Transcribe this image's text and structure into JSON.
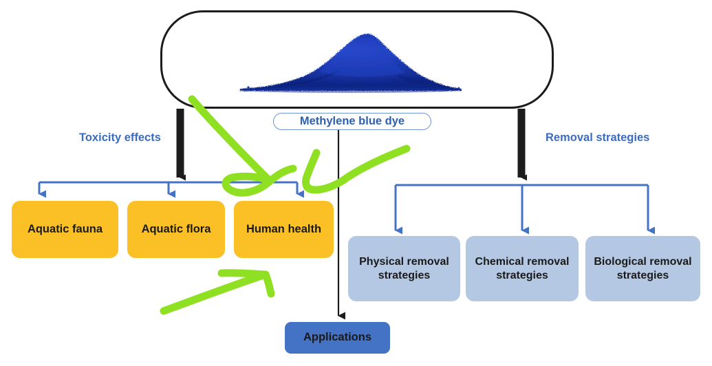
{
  "diagram": {
    "title_box": {
      "name": "methylene-blue-dye-container",
      "image_alt": "blue dye powder mound"
    },
    "center_label": "Methylene blue dye",
    "branch_labels": {
      "left": "Toxicity effects",
      "right": "Removal strategies"
    },
    "toxicity_nodes": [
      {
        "label": "Aquatic fauna"
      },
      {
        "label": "Aquatic flora"
      },
      {
        "label": "Human health"
      }
    ],
    "removal_nodes": [
      {
        "line1": "Physical removal",
        "line2": "strategies"
      },
      {
        "line1": "Chemical removal",
        "line2": "strategies"
      },
      {
        "line1": "Biological removal",
        "line2": "strategies"
      }
    ],
    "applications_node": "Applications",
    "annotations": [
      {
        "name": "green-arrow-to-human-health-top",
        "shape": "hand-drawn arrow pointing down-right"
      },
      {
        "name": "green-arrow-to-center-line",
        "shape": "hand-drawn arrow pointing down-left"
      },
      {
        "name": "green-arrow-to-human-health-bottom",
        "shape": "hand-drawn arrow pointing up-right"
      }
    ],
    "colors": {
      "yellow": "#FAC026",
      "light_blue": "#B4C7E3",
      "blue": "#4472C4",
      "connector_blue": "#4472C4",
      "label_blue": "#3C6BC0",
      "black": "#1c1c1c",
      "highlight_green": "#8FE022",
      "dye_powder": "#1536A8"
    }
  }
}
